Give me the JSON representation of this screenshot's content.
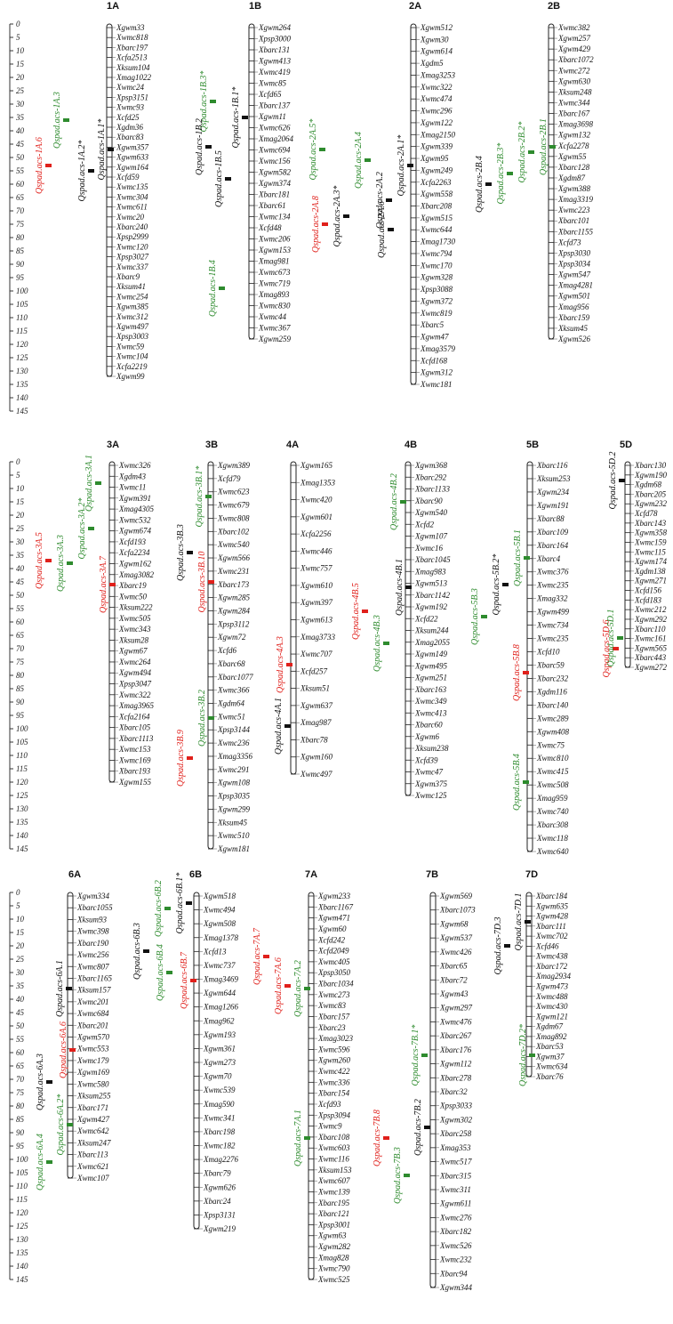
{
  "scale": [
    "0",
    "5",
    "10",
    "15",
    "20",
    "25",
    "30",
    "35",
    "40",
    "45",
    "50",
    "55",
    "60",
    "65",
    "70",
    "75",
    "80",
    "85",
    "90",
    "95",
    "100",
    "105",
    "110",
    "115",
    "120",
    "125",
    "130",
    "135",
    "140",
    "145"
  ],
  "colors": {
    "black": "#111111",
    "green": "#2e8b2e",
    "red": "#e0201b"
  },
  "chromosomes": [
    {
      "name": "1A",
      "len": 132,
      "markers": [
        "Xgwm33",
        "Xwmc818",
        "Xbarc197",
        "Xcfa2513",
        "Xksum104",
        "Xmag1022",
        "Xwmc24",
        "Xpsp3151",
        "Xwmc93",
        "Xcfd25",
        "Xgdm36",
        "Xbarc83",
        "Xgwm357",
        "Xgwm633",
        "Xgwm164",
        "Xcfd59",
        "Xwmc135",
        "Xwmc304",
        "Xwmc611",
        "Xwmc20",
        "Xbarc240",
        "Xpsp2999",
        "Xwmc120",
        "Xpsp3027",
        "Xwmc337",
        "Xbarc9",
        "Xksum41",
        "Xwmc254",
        "Xgwm385",
        "Xwmc312",
        "Xgwm497",
        "Xpsp3003",
        "Xwmc59",
        "Xwmc104",
        "Xcfa2219",
        "Xgwm99"
      ],
      "qtls": [
        {
          "label": "Qspad.acs-1A.6",
          "color": "red",
          "pos": 53
        },
        {
          "label": "Qspad.acs-1A.3",
          "color": "green",
          "pos": 36
        },
        {
          "label": "Qspad.acs-1A.2*",
          "color": "black",
          "pos": 55
        },
        {
          "label": "Qspad.acs-1A.1*",
          "color": "black",
          "pos": 47
        }
      ]
    },
    {
      "name": "1B",
      "len": 118,
      "markers": [
        "Xgwm264",
        "Xpsp3000",
        "Xbarc131",
        "Xgwm413",
        "Xwmc419",
        "Xwmc85",
        "Xcfd65",
        "Xbarc137",
        "Xgwm11",
        "Xwmc626",
        "Xmag2064",
        "Xwmc694",
        "Xwmc156",
        "Xgwm582",
        "Xgwm374",
        "Xbarc181",
        "Xbarc61",
        "Xwmc134",
        "Xcfd48",
        "Xwmc206",
        "Xgwm153",
        "Xmag981",
        "Xwmc673",
        "Xwmc719",
        "Xmag893",
        "Xwmc830",
        "Xwmc44",
        "Xwmc367",
        "Xgwm259"
      ],
      "qtls": [
        {
          "label": "Qspad.acs-1B.3*",
          "color": "green",
          "pos": 29
        },
        {
          "label": "Qspad.acs-1B.1*",
          "color": "black",
          "pos": 35
        },
        {
          "label": "Qspad.acs-1B.2",
          "color": "black",
          "pos": 46
        },
        {
          "label": "Qspad.acs-1B.5",
          "color": "black",
          "pos": 58
        },
        {
          "label": "Qspad.acs-1B.4",
          "color": "green",
          "pos": 99
        }
      ]
    },
    {
      "name": "2A",
      "len": 135,
      "markers": [
        "Xgwm512",
        "Xgwm30",
        "Xgwm614",
        "Xgdm5",
        "Xmag3253",
        "Xwmc322",
        "Xwmc474",
        "Xwmc296",
        "Xgwm122",
        "Xmag2150",
        "Xgwm339",
        "Xgwm95",
        "Xgwm249",
        "Xcfa2263",
        "Xgwm558",
        "Xbarc208",
        "Xgwm515",
        "Xwmc644",
        "Xmag1730",
        "Xwmc794",
        "Xwmc170",
        "Xgwm328",
        "Xpsp3088",
        "Xgwm372",
        "Xwmc819",
        "Xbarc5",
        "Xgwm47",
        "Xmag3579",
        "Xcfd168",
        "Xgwm312",
        "Xwmc181"
      ],
      "qtls": [
        {
          "label": "Qspad.acs-2A.5*",
          "color": "green",
          "pos": 47
        },
        {
          "label": "Qspad.acs-2A.8",
          "color": "red",
          "pos": 75
        },
        {
          "label": "Qspad.acs-2A.3*",
          "color": "black",
          "pos": 72
        },
        {
          "label": "Qspad.acs-2A.4",
          "color": "green",
          "pos": 51
        },
        {
          "label": "Qspad.acs-2A.2",
          "color": "black",
          "pos": 66
        },
        {
          "label": "Qspad.acs-2A.6",
          "color": "black",
          "pos": 77
        },
        {
          "label": "Qspad.acs-2A.1*",
          "color": "black",
          "pos": 53
        }
      ]
    },
    {
      "name": "2B",
      "len": 118,
      "markers": [
        "Xwmc382",
        "Xgwm257",
        "Xgwm429",
        "Xbarc1072",
        "Xwmc272",
        "Xgwm630",
        "Xksum248",
        "Xwmc344",
        "Xbarc167",
        "Xmag3698",
        "Xgwm132",
        "Xcfa2278",
        "Xgwm55",
        "Xbarc128",
        "Xgdm87",
        "Xgwm388",
        "Xmag3319",
        "Xwmc223",
        "Xbarc101",
        "Xbarc1155",
        "Xcfd73",
        "Xpsp3030",
        "Xpsp3034",
        "Xgwm547",
        "Xmag4281",
        "Xgwm501",
        "Xmag956",
        "Xbarc159",
        "Xksum45",
        "Xgwm526"
      ],
      "qtls": [
        {
          "label": "Qspad.acs-2B.4",
          "color": "black",
          "pos": 60
        },
        {
          "label": "Qspad.acs-2B.3*",
          "color": "green",
          "pos": 56
        },
        {
          "label": "Qspad.acs-2B.2*",
          "color": "green",
          "pos": 48
        },
        {
          "label": "Qspad.acs-2B.1",
          "color": "green",
          "pos": 46
        }
      ]
    },
    {
      "name": "3A",
      "len": 120,
      "markers": [
        "Xwmc326",
        "Xgdm43",
        "Xwmc11",
        "Xgwm391",
        "Xmag4305",
        "Xwmc532",
        "Xgwm674",
        "Xcfd193",
        "Xcfa2234",
        "Xgwm162",
        "Xmag3082",
        "Xbarc19",
        "Xwmc50",
        "Xksum222",
        "Xwmc505",
        "Xwmc343",
        "Xksum28",
        "Xgwm67",
        "Xwmc264",
        "Xgwm494",
        "Xpsp3047",
        "Xwmc322",
        "Xmag3965",
        "Xcfa2164",
        "Xbarc105",
        "Xbarc1113",
        "Xwmc153",
        "Xwmc169",
        "Xbarc193",
        "Xgwm155"
      ],
      "qtls": [
        {
          "label": "Qspad.acs-3A.5",
          "color": "red",
          "pos": 37
        },
        {
          "label": "Qspad.acs-3A.3",
          "color": "green",
          "pos": 38
        },
        {
          "label": "Qspad.acs-3A.2*",
          "color": "green",
          "pos": 25
        },
        {
          "label": "Qspad.acs-3A.7",
          "color": "red",
          "pos": 46
        },
        {
          "label": "Qspad.acs-3A.1",
          "color": "green",
          "pos": 8
        }
      ]
    },
    {
      "name": "3B",
      "len": 145,
      "markers": [
        "Xgwm389",
        "Xcfd79",
        "Xwmc623",
        "Xwmc679",
        "Xwmc808",
        "Xbarc102",
        "Xwmc540",
        "Xgwm566",
        "Xwmc231",
        "Xbarc173",
        "Xgwm285",
        "Xgwm284",
        "Xpsp3112",
        "Xgwm72",
        "Xcfd6",
        "Xbarc68",
        "Xbarc1077",
        "Xwmc366",
        "Xgdm64",
        "Xwmc51",
        "Xpsp3144",
        "Xwmc236",
        "Xmag3356",
        "Xwmc291",
        "Xgwm108",
        "Xpsp3035",
        "Xgwm299",
        "Xksum45",
        "Xwmc510",
        "Xgwm181"
      ],
      "qtls": [
        {
          "label": "Qspad.acs-3B.1*",
          "color": "green",
          "pos": 13
        },
        {
          "label": "Qspad.acs-3B.3",
          "color": "black",
          "pos": 34
        },
        {
          "label": "Qspad.acs-3B.10",
          "color": "red",
          "pos": 45
        },
        {
          "label": "Qspad.acs-3B.2",
          "color": "green",
          "pos": 96
        },
        {
          "label": "Qspad.acs-3B.9",
          "color": "red",
          "pos": 111
        }
      ]
    },
    {
      "name": "4A",
      "len": 117,
      "markers": [
        "Xgwm165",
        "Xmag1353",
        "Xwmc420",
        "Xgwm601",
        "Xcfa2256",
        "Xwmc446",
        "Xwmc757",
        "Xgwm610",
        "Xgwm397",
        "Xgwm613",
        "Xmag3733",
        "Xwmc707",
        "Xcfd257",
        "Xksum51",
        "Xgwm637",
        "Xmag987",
        "Xbarc78",
        "Xgwm160",
        "Xwmc497"
      ],
      "qtls": [
        {
          "label": "Qspad.acs-4A.3",
          "color": "red",
          "pos": 76
        },
        {
          "label": "Qspad.acs-4A.1",
          "color": "black",
          "pos": 99
        }
      ]
    },
    {
      "name": "4B",
      "len": 125,
      "markers": [
        "Xgwm368",
        "Xbarc292",
        "Xbarc1133",
        "Xbarc90",
        "Xgwm540",
        "Xcfd2",
        "Xgwm107",
        "Xwmc16",
        "Xbarc1045",
        "Xmag983",
        "Xgwm513",
        "Xbarc1142",
        "Xgwm192",
        "Xcfd22",
        "Xksum244",
        "Xmag2055",
        "Xgwm149",
        "Xgwm495",
        "Xgwm251",
        "Xbarc163",
        "Xwmc349",
        "Xwmc413",
        "Xbarc60",
        "Xgwm6",
        "Xksum238",
        "Xcfd39",
        "Xwmc47",
        "Xgwm375",
        "Xwmc125"
      ],
      "qtls": [
        {
          "label": "Qspad.acs-4B.5",
          "color": "red",
          "pos": 56
        },
        {
          "label": "Qspad.acs-4B.3",
          "color": "green",
          "pos": 68
        },
        {
          "label": "Qspad.acs-4B.2",
          "color": "green",
          "pos": 15
        },
        {
          "label": "Qspad.acs-4B.1",
          "color": "black",
          "pos": 47
        }
      ]
    },
    {
      "name": "5B",
      "len": 146,
      "markers": [
        "Xbarc116",
        "Xksum253",
        "Xgwm234",
        "Xgwm191",
        "Xbarc88",
        "Xbarc109",
        "Xbarc164",
        "Xbarc4",
        "Xwmc376",
        "Xwmc235",
        "Xmag332",
        "Xgwm499",
        "Xwmc734",
        "Xwmc235",
        "Xcfd10",
        "Xbarc59",
        "Xbarc232",
        "Xgdm116",
        "Xbarc140",
        "Xwmc289",
        "Xgwm408",
        "Xwmc75",
        "Xwmc810",
        "Xwmc415",
        "Xwmc508",
        "Xmag959",
        "Xwmc740",
        "Xbarc308",
        "Xwmc118",
        "Xwmc640"
      ],
      "qtls": [
        {
          "label": "Qspad.acs-5B.3",
          "color": "green",
          "pos": 58
        },
        {
          "label": "Qspad.acs-5B.2*",
          "color": "black",
          "pos": 46
        },
        {
          "label": "Qspad.acs-5B.1",
          "color": "green",
          "pos": 36
        },
        {
          "label": "Qspad.acs-5B.8",
          "color": "red",
          "pos": 79
        },
        {
          "label": "Qspad.acs-5B.4",
          "color": "green",
          "pos": 120
        }
      ]
    },
    {
      "name": "5D",
      "len": 77,
      "markers": [
        "Xbarc130",
        "Xgwm190",
        "Xgdm68",
        "Xbarc205",
        "Xgwm232",
        "Xcfd78",
        "Xbarc143",
        "Xgwm358",
        "Xwmc159",
        "Xwmc115",
        "Xgwm174",
        "Xgdm138",
        "Xgwm271",
        "Xcfd156",
        "Xcfd183",
        "Xwmc212",
        "Xgwm292",
        "Xbarc110",
        "Xwmc161",
        "Xgwm565",
        "Xbarc443",
        "Xgwm272"
      ],
      "qtls": [
        {
          "label": "Qspad.acs-5D.2",
          "color": "black",
          "pos": 7
        },
        {
          "label": "Qspad.acs-5D.6",
          "color": "red",
          "pos": 70
        },
        {
          "label": "Qspad.acs-5D.1",
          "color": "green",
          "pos": 66
        }
      ]
    },
    {
      "name": "6A",
      "len": 107,
      "markers": [
        "Xgwm334",
        "Xbarc1055",
        "Xksum93",
        "Xwmc398",
        "Xbarc190",
        "Xwmc256",
        "Xwmc807",
        "Xbarc1165",
        "Xksum157",
        "Xwmc201",
        "Xwmc684",
        "Xbarc201",
        "Xgwm570",
        "Xwmc553",
        "Xwmc179",
        "Xgwm169",
        "Xwmc580",
        "Xksum255",
        "Xbarc171",
        "Xgwm427",
        "Xwmc642",
        "Xksum247",
        "Xbarc113",
        "Xwmc621",
        "Xwmc107"
      ],
      "qtls": [
        {
          "label": "Qspad.acs-6A.1",
          "color": "black",
          "pos": 36
        },
        {
          "label": "Qspad.acs-6A.6",
          "color": "red",
          "pos": 59
        },
        {
          "label": "Qspad.acs-6A.3",
          "color": "black",
          "pos": 71
        },
        {
          "label": "Qspad.acs-6A.2*",
          "color": "green",
          "pos": 87
        },
        {
          "label": "Qspad.acs-6A.4",
          "color": "green",
          "pos": 101
        }
      ]
    },
    {
      "name": "6B",
      "len": 126,
      "markers": [
        "Xgwm518",
        "Xwmc494",
        "Xgwm508",
        "Xmag1378",
        "Xcfd13",
        "Xwmc737",
        "Xmag3469",
        "Xgwm644",
        "Xmag1266",
        "Xmag962",
        "Xgwm193",
        "Xgwm361",
        "Xgwm273",
        "Xgwm70",
        "Xwmc539",
        "Xmag590",
        "Xwmc341",
        "Xbarc198",
        "Xwmc182",
        "Xmag2276",
        "Xbarc79",
        "Xgwm626",
        "Xbarc24",
        "Xpsp3131",
        "Xgwm219"
      ],
      "qtls": [
        {
          "label": "Qspad.acs-6B.2",
          "color": "green",
          "pos": 6
        },
        {
          "label": "Qspad.acs-6B.1*",
          "color": "black",
          "pos": 4
        },
        {
          "label": "Qspad.acs-6B.3",
          "color": "black",
          "pos": 22
        },
        {
          "label": "Qspad.acs-6B.4",
          "color": "green",
          "pos": 30
        },
        {
          "label": "Qspad.acs-6B.7",
          "color": "red",
          "pos": 33
        }
      ]
    },
    {
      "name": "7A",
      "len": 145,
      "markers": [
        "Xgwm233",
        "Xbarc1167",
        "Xgwm471",
        "Xgwm60",
        "Xcfd242",
        "Xcfd2049",
        "Xwmc405",
        "Xpsp3050",
        "Xbarc1034",
        "Xwmc273",
        "Xwmc83",
        "Xbarc157",
        "Xbarc23",
        "Xmag3023",
        "Xwmc596",
        "Xgwm260",
        "Xwmc422",
        "Xwmc336",
        "Xbarc154",
        "Xcfd93",
        "Xpsp3094",
        "Xwmc9",
        "Xbarc108",
        "Xwmc603",
        "Xwmc116",
        "Xksum153",
        "Xwmc607",
        "Xwmc139",
        "Xbarc195",
        "Xbarc121",
        "Xpsp3001",
        "Xgwm63",
        "Xgwm282",
        "Xmag828",
        "Xwmc790",
        "Xwmc525"
      ],
      "qtls": [
        {
          "label": "Qspad.acs-7A.7",
          "color": "red",
          "pos": 24
        },
        {
          "label": "Qspad.acs-7A.6",
          "color": "red",
          "pos": 35
        },
        {
          "label": "Qspad.acs-7A.2",
          "color": "green",
          "pos": 36
        },
        {
          "label": "Qspad.acs-7A.1",
          "color": "green",
          "pos": 92
        }
      ]
    },
    {
      "name": "7B",
      "len": 148,
      "markers": [
        "Xgwm569",
        "Xbarc1073",
        "Xgwm68",
        "Xgwm537",
        "Xwmc426",
        "Xbarc65",
        "Xbarc72",
        "Xgwm43",
        "Xgwm297",
        "Xwmc476",
        "Xbarc267",
        "Xbarc176",
        "Xgwm112",
        "Xbarc278",
        "Xbarc32",
        "Xpsp3033",
        "Xgwm302",
        "Xbarc258",
        "Xmag353",
        "Xwmc517",
        "Xbarc315",
        "Xwmc311",
        "Xgwm611",
        "Xwmc276",
        "Xbarc182",
        "Xwmc526",
        "Xwmc232",
        "Xbarc94",
        "Xgwm344"
      ],
      "qtls": [
        {
          "label": "Qspad.acs-7B.8",
          "color": "red",
          "pos": 92
        },
        {
          "label": "Qspad.acs-7B.3",
          "color": "green",
          "pos": 106
        },
        {
          "label": "Qspad.acs-7B.1*",
          "color": "green",
          "pos": 61
        },
        {
          "label": "Qspad.acs-7B.2",
          "color": "black",
          "pos": 88
        }
      ]
    },
    {
      "name": "7D",
      "len": 69,
      "markers": [
        "Xbarc184",
        "Xgwm635",
        "Xgwm428",
        "Xbarc111",
        "Xwmc702",
        "Xcfd46",
        "Xwmc438",
        "Xbarc172",
        "Xmag2934",
        "Xgwm473",
        "Xwmc488",
        "Xwmc430",
        "Xgwm121",
        "Xgdm67",
        "Xmag892",
        "Xbarc53",
        "Xgwm37",
        "Xwmc634",
        "Xbarc76"
      ],
      "qtls": [
        {
          "label": "Qspad.acs-7D.3",
          "color": "black",
          "pos": 20
        },
        {
          "label": "Qspad.acs-7D.1",
          "color": "black",
          "pos": 11
        },
        {
          "label": "Qspad.acs-7D.2*",
          "color": "green",
          "pos": 61
        }
      ]
    }
  ]
}
